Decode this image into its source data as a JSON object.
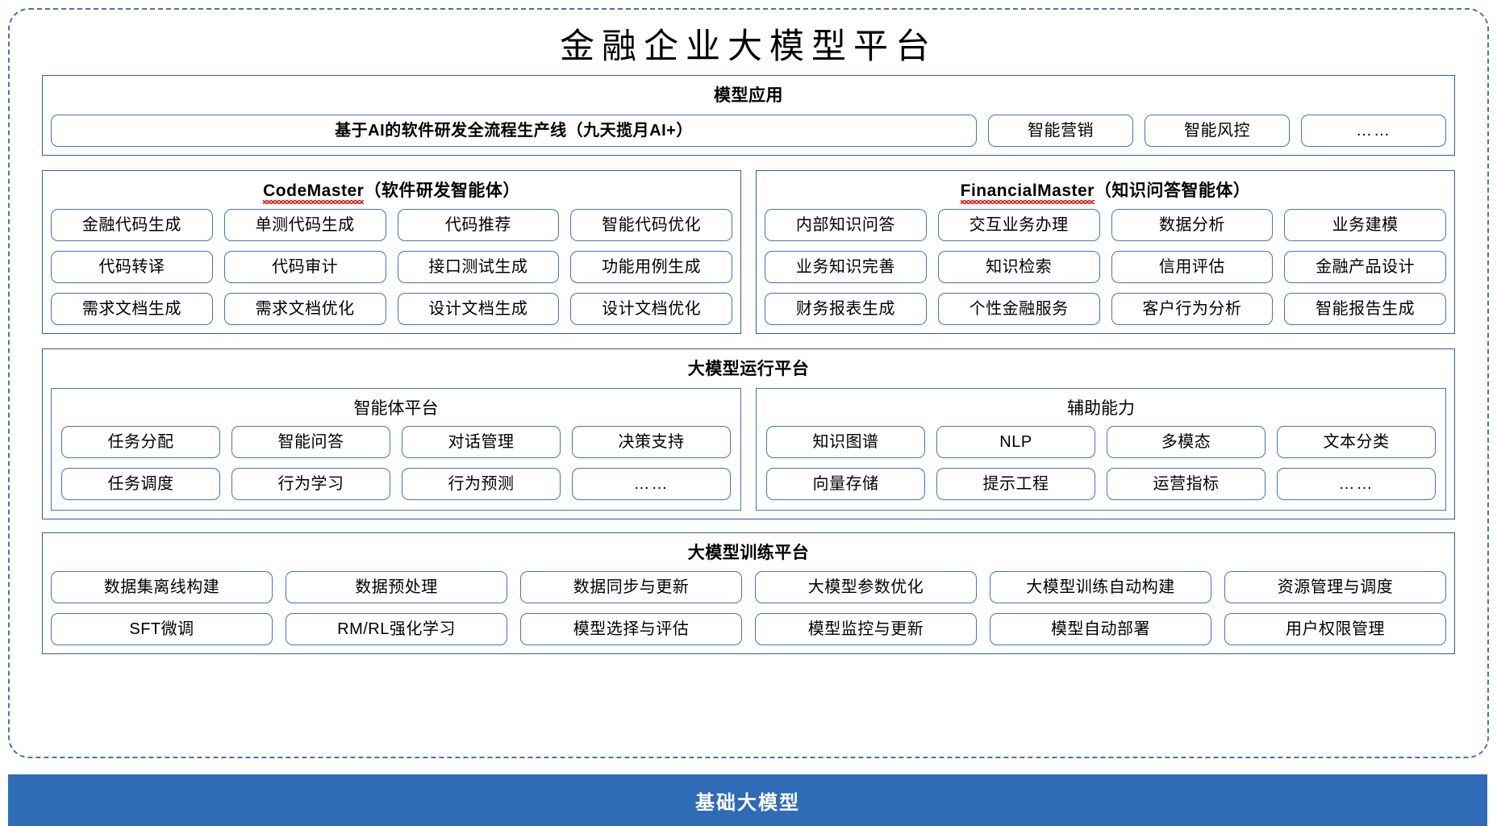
{
  "page": {
    "title": "金融企业大模型平台"
  },
  "layers": {
    "apps": {
      "title": "模型应用",
      "flagship": "基于AI的软件研发全流程生产线（九天揽月AI+）",
      "items": [
        "智能营销",
        "智能风控",
        "……"
      ]
    },
    "agents": [
      {
        "name": "CodeMaster",
        "suffix": "（软件研发智能体）",
        "spellcheck_flag": true,
        "items": [
          "金融代码生成",
          "单测代码生成",
          "代码推荐",
          "智能代码优化",
          "代码转译",
          "代码审计",
          "接口测试生成",
          "功能用例生成",
          "需求文档生成",
          "需求文档优化",
          "设计文档生成",
          "设计文档优化"
        ]
      },
      {
        "name": "FinancialMaster",
        "suffix": "（知识问答智能体）",
        "spellcheck_flag": true,
        "items": [
          "内部知识问答",
          "交互业务办理",
          "数据分析",
          "业务建模",
          "业务知识完善",
          "知识检索",
          "信用评估",
          "金融产品设计",
          "财务报表生成",
          "个性金融服务",
          "客户行为分析",
          "智能报告生成"
        ]
      }
    ],
    "runtime": {
      "title": "大模型运行平台",
      "panels": [
        {
          "title": "智能体平台",
          "items": [
            "任务分配",
            "智能问答",
            "对话管理",
            "决策支持",
            "任务调度",
            "行为学习",
            "行为预测",
            "……"
          ]
        },
        {
          "title": "辅助能力",
          "items": [
            "知识图谱",
            "NLP",
            "多模态",
            "文本分类",
            "向量存储",
            "提示工程",
            "运营指标",
            "……"
          ]
        }
      ]
    },
    "training": {
      "title": "大模型训练平台",
      "items": [
        "数据集离线构建",
        "数据预处理",
        "数据同步与更新",
        "大模型参数优化",
        "大模型训练自动构建",
        "资源管理与调度",
        "SFT微调",
        "RM/RL强化学习",
        "模型选择与评估",
        "模型监控与更新",
        "模型自动部署",
        "用户权限管理"
      ]
    },
    "foundation": {
      "label": "基础大模型"
    }
  },
  "colors": {
    "frame_dash": "#4472c4",
    "section_border": "#2e5fa3",
    "pill_border": "#4472c4",
    "foundation_bg": "#2e6cb8",
    "foundation_text": "#ffffff",
    "spellcheck_underline": "#ff0000"
  }
}
